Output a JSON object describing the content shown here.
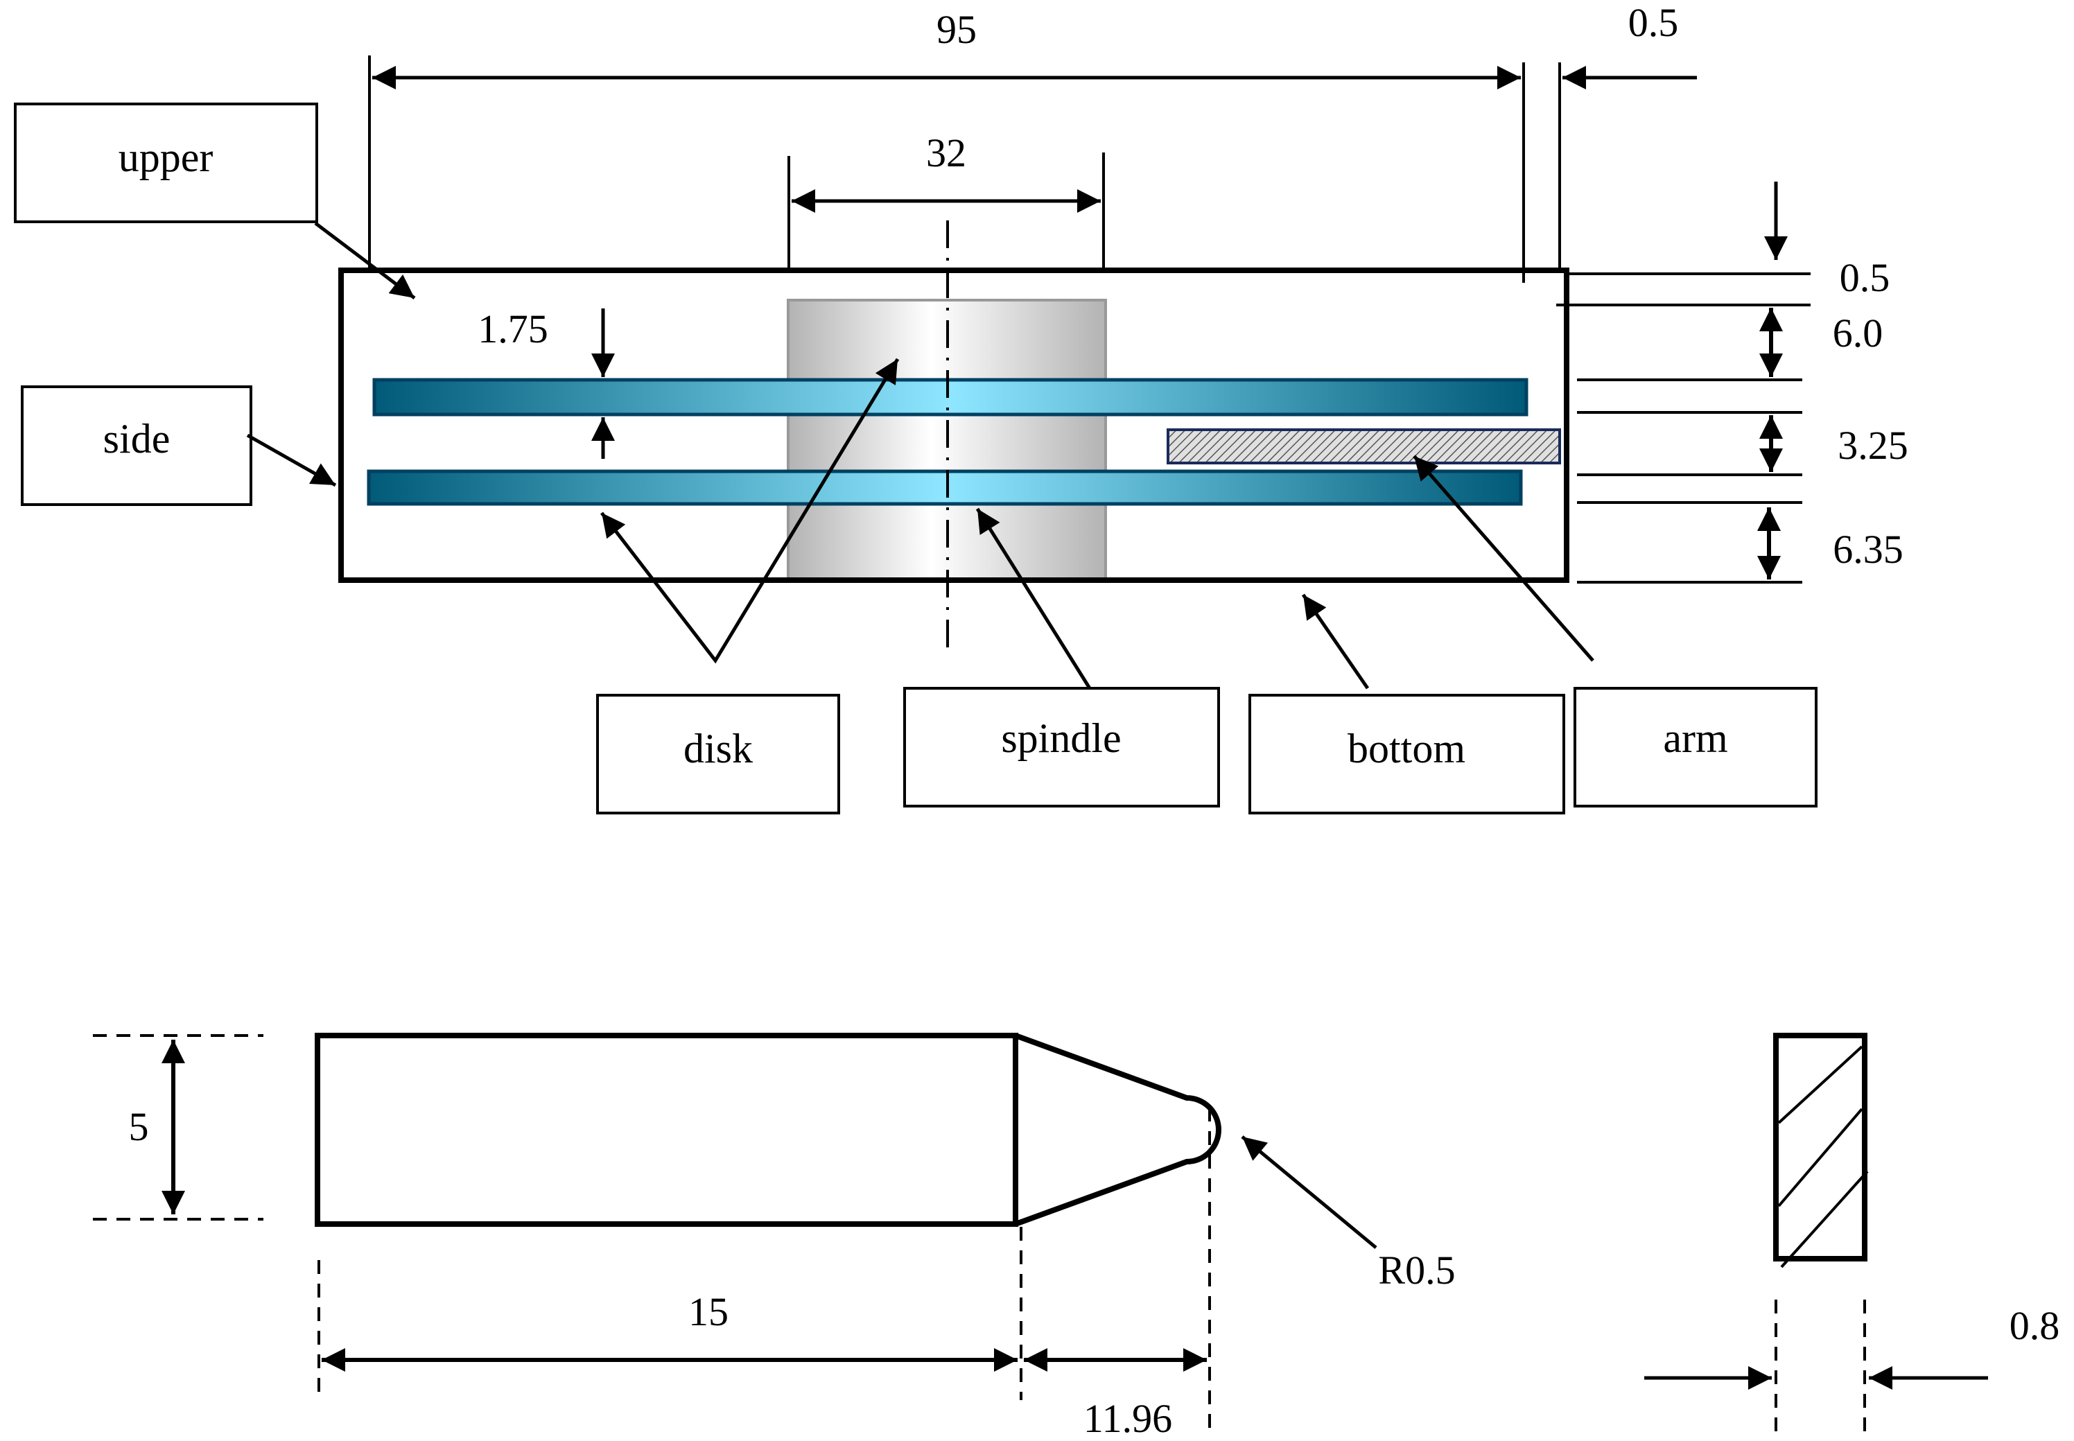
{
  "dimensions": {
    "overall_length": "95",
    "right_gap": "0.5",
    "spindle_width": "32",
    "disk_gap": "1.75",
    "top_gap": "0.5",
    "upper_space": "6.0",
    "arm_space": "3.25",
    "lower_space": "6.35",
    "arm_height": "5",
    "arm_body_length": "15",
    "arm_taper_length": "11.96",
    "tip_radius": "R0.5",
    "arm_thickness": "0.8"
  },
  "labels": {
    "upper": "upper",
    "side": "side",
    "disk": "disk",
    "spindle": "spindle",
    "bottom": "bottom",
    "arm": "arm"
  },
  "colors": {
    "line": "#000000",
    "disk_edge": "#005a78",
    "disk_center": "#8ee6ff",
    "spindle_edge": "#b3b3b3",
    "spindle_center": "#ffffff",
    "arm_fill": "#c8c8c8",
    "arm_border": "#1a2a5a"
  }
}
